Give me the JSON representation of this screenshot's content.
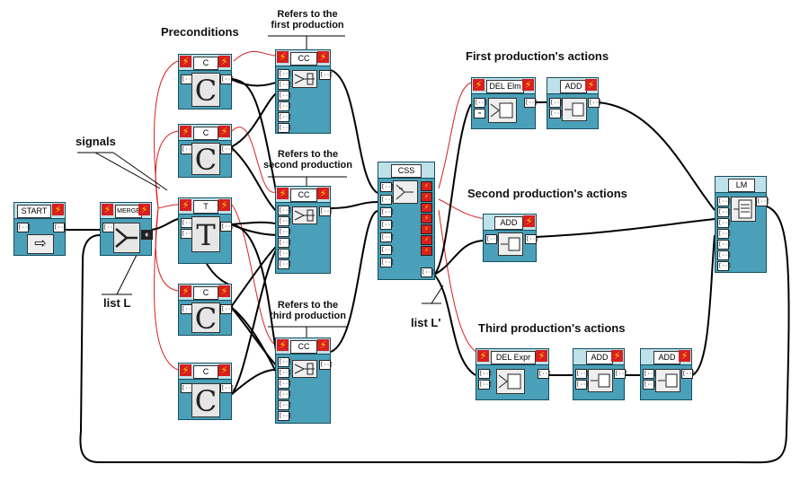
{
  "annotations": {
    "preconditions": "Preconditions",
    "signals": "signals",
    "list_l": "list L",
    "list_l_prime": "list L'",
    "refers_first_1": "Refers to the",
    "refers_first_2": "first production",
    "refers_second_1": "Refers to the",
    "refers_second_2": "second production",
    "refers_third_1": "Refers to the",
    "refers_third_2": "third production",
    "first_actions": "First production's actions",
    "second_actions": "Second production's actions",
    "third_actions": "Third production's actions"
  },
  "nodes": {
    "start": "START",
    "merge": "MERGE",
    "c1": "C",
    "c2": "C",
    "t": "T",
    "c3": "C",
    "c4": "C",
    "cc1": "CC",
    "cc2": "CC",
    "cc3": "CC",
    "css": "CSS",
    "del_elm": "DEL Elm",
    "add1": "ADD",
    "add2": "ADD",
    "del_expr": "DEL Expr",
    "add3": "ADD",
    "add4": "ADD",
    "lm": "LM"
  },
  "icon_letters": {
    "c1": "C",
    "c2": "C",
    "t": "T",
    "c3": "C",
    "c4": "C"
  },
  "colors": {
    "node_fill": "#4aa0b8",
    "node_bar": "#bfe1ea",
    "signal_wire": "#d81f1f",
    "data_wire": "#000000"
  }
}
